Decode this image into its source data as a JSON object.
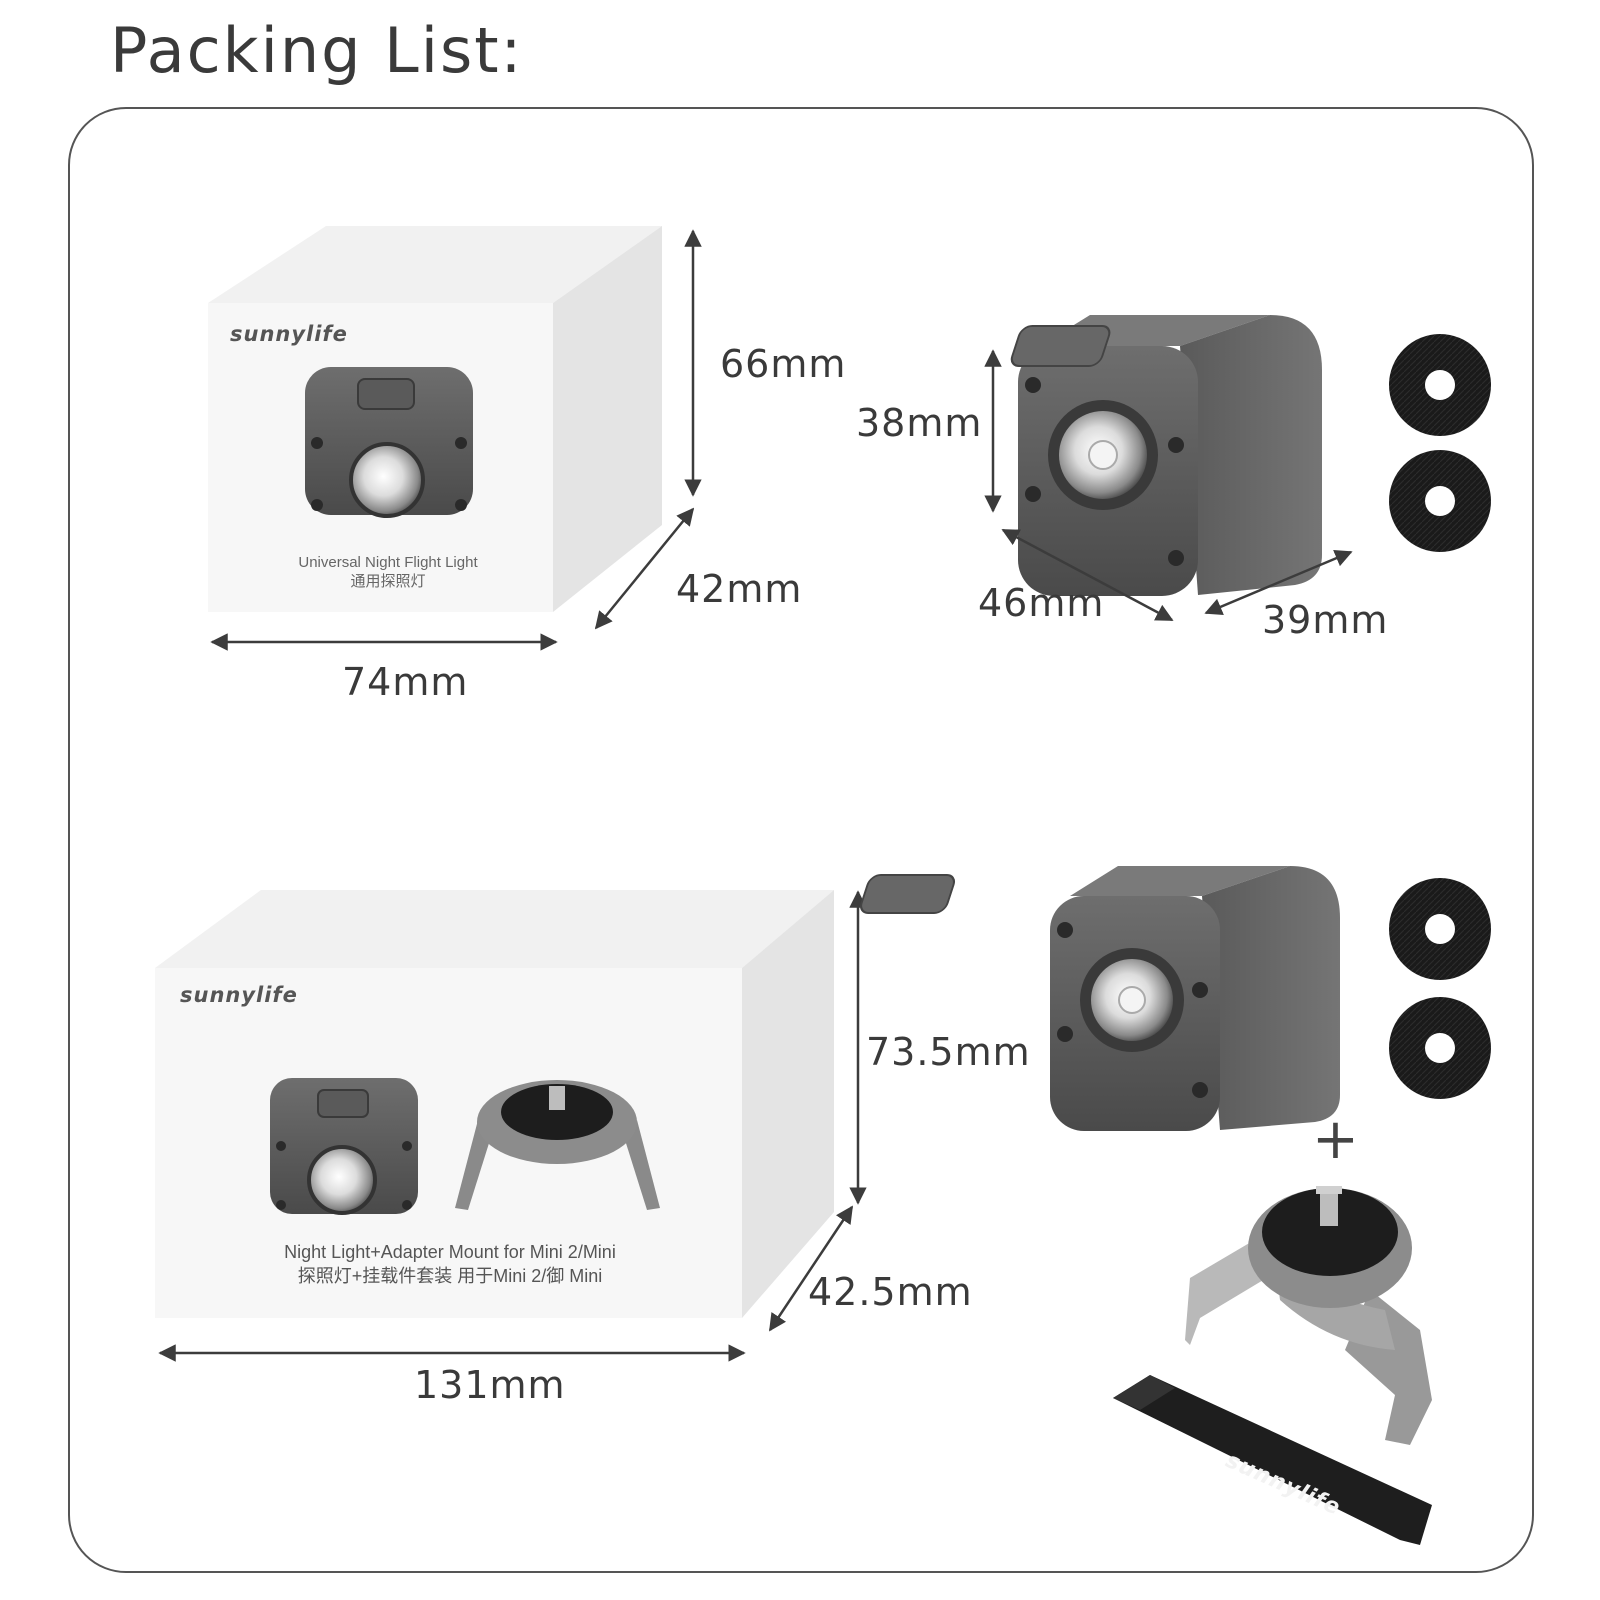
{
  "title": "Packing List:",
  "kit1": {
    "box_brand": "sunnylife",
    "box_caption_en": "Universal Night Flight Light",
    "box_caption_cn": "通用探照灯",
    "box_height": "66mm",
    "box_depth": "42mm",
    "box_width": "74mm",
    "light_height": "38mm",
    "light_width": "46mm",
    "light_depth": "39mm"
  },
  "kit2": {
    "box_brand": "sunnylife",
    "box_caption_en": "Night Light+Adapter Mount  for Mini 2/Mini",
    "box_caption_cn": "探照灯+挂载件套装 用于Mini 2/御 Mini",
    "box_height": "73.5mm",
    "box_depth": "42.5mm",
    "box_width": "131mm",
    "plus": "+",
    "strap_brand": "sunnylife"
  }
}
